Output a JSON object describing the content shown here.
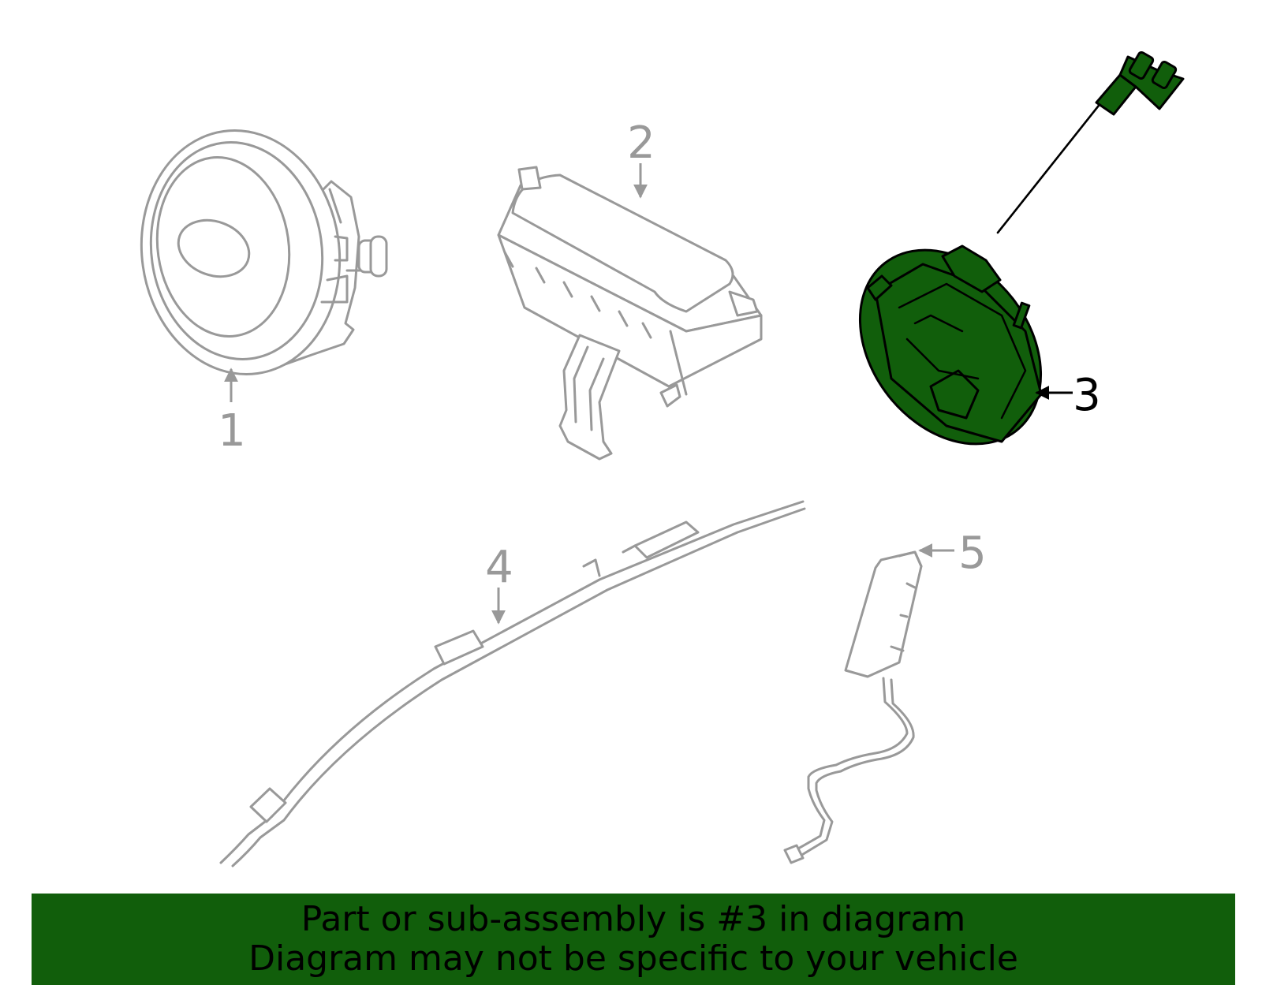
{
  "callouts": {
    "part1": "1",
    "part2": "2",
    "part3": "3",
    "part4": "4",
    "part5": "5"
  },
  "banner": {
    "line1": "Part or sub-assembly is #3 in diagram",
    "line2": "Diagram may not be specific to your vehicle"
  },
  "colors": {
    "highlight": "#115e0b",
    "outline": "#999999",
    "banner": "#115e0b",
    "text_highlight": "#000000",
    "text_other": "#999999"
  },
  "highlighted_part": "3"
}
